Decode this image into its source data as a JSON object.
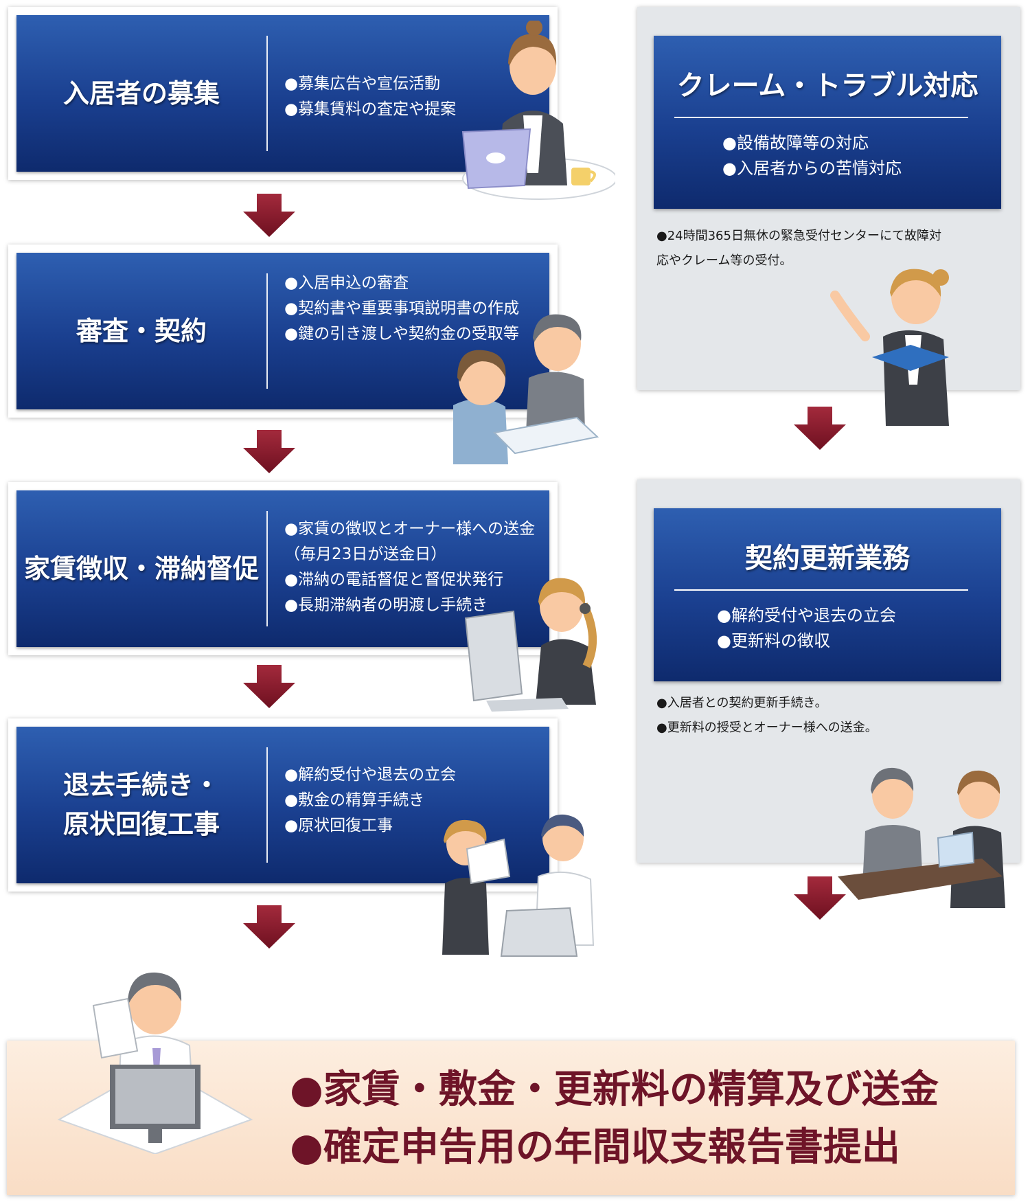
{
  "steps": [
    {
      "title_lines": [
        "入居者の募集"
      ],
      "bullets": [
        "●募集広告や宣伝活動",
        "●募集賃料の査定や提案"
      ]
    },
    {
      "title_lines": [
        "審査・契約"
      ],
      "bullets": [
        "●入居申込の審査",
        "●契約書や重要事項説明書の作成",
        "●鍵の引き渡しや契約金の受取等"
      ]
    },
    {
      "title_lines": [
        "家賃徴収・滞納督促"
      ],
      "bullets": [
        "●家賃の徴収とオーナー様への送金",
        "（毎月23日が送金日）",
        "●滞納の電話督促と督促状発行",
        "●長期滞納者の明渡し手続き"
      ]
    },
    {
      "title_lines": [
        "退去手続き・",
        "原状回復工事"
      ],
      "bullets": [
        "●解約受付や退去の立会",
        "●敷金の精算手続き",
        "●原状回復工事"
      ]
    }
  ],
  "side_panels": [
    {
      "title": "クレーム・トラブル対応",
      "bullets": [
        "●設備故障等の対応",
        "●入居者からの苦情対応"
      ],
      "notes": [
        "●24時間365日無休の緊急受付センターにて故障対",
        "応やクレーム等の受付。"
      ]
    },
    {
      "title": "契約更新業務",
      "bullets": [
        "●解約受付や退去の立会",
        "●更新料の徴収"
      ],
      "notes": [
        "●入居者との契約更新手続き。",
        "●更新料の授受とオーナー様への送金。"
      ]
    }
  ],
  "summary": {
    "lines": [
      "●家賃・敷金・更新料の精算及び送金",
      "●確定申告用の年間収支報告書提出"
    ]
  },
  "colors": {
    "box_blue": "#1a3f8f",
    "arrow": "#8b1a2c",
    "panel_gray": "#e4e7ea",
    "summary_text": "#6e1428",
    "summary_bg": "#fbe5d2"
  },
  "illustrations": [
    "woman-laptop-coffee",
    "couple-contract-meeting",
    "operator-headset-computer",
    "moving-out-inspection",
    "woman-reading-book",
    "desk-consultation",
    "man-computer-documents"
  ]
}
